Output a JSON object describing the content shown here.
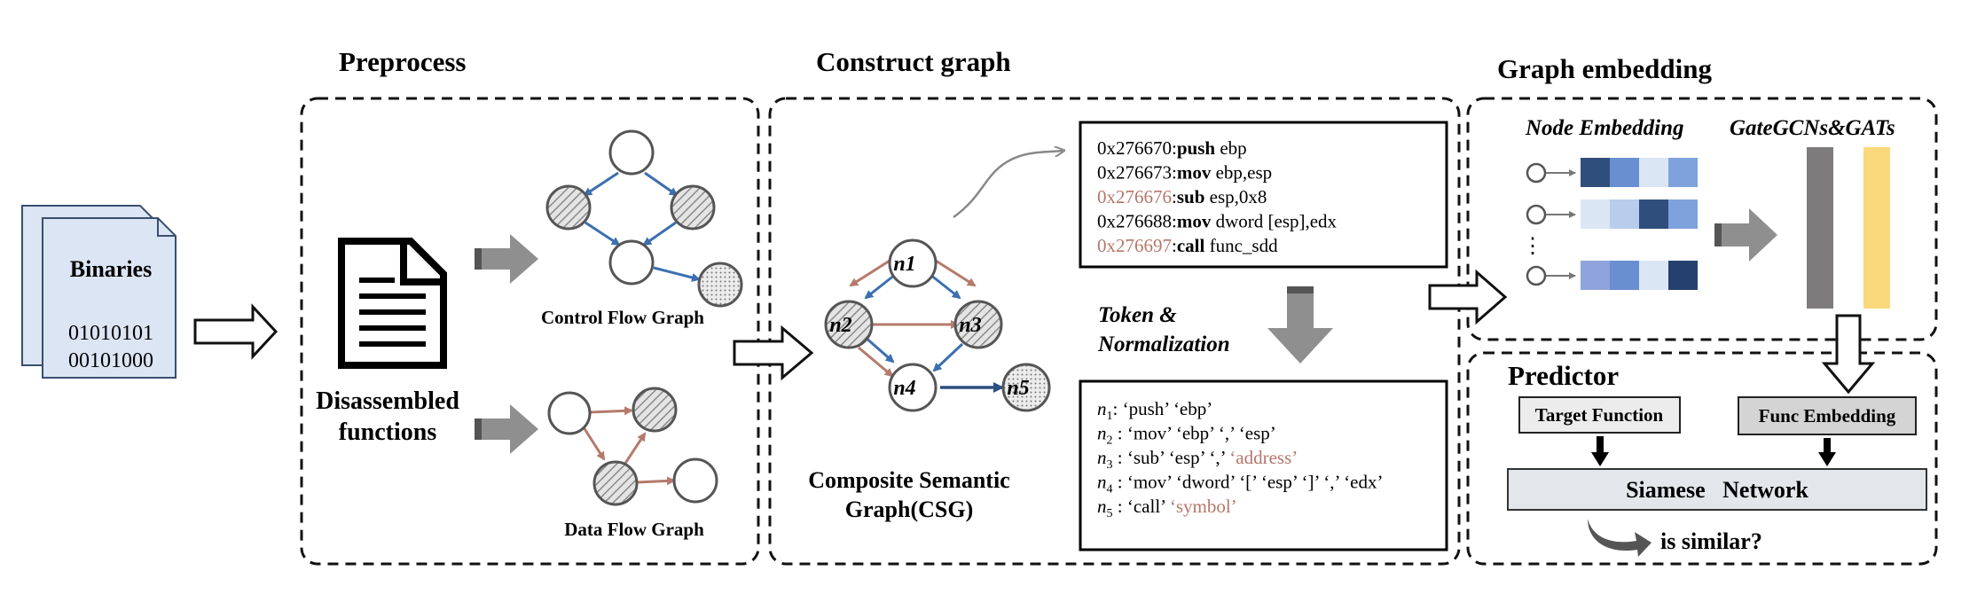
{
  "sections": {
    "preprocess": "Preprocess",
    "construct_graph": "Construct graph",
    "graph_embedding": "Graph embedding",
    "predictor": "Predictor"
  },
  "binaries": {
    "title": "Binaries",
    "line1": "01010101",
    "line2": "00101000"
  },
  "preprocess": {
    "disasm_line1": "Disassembled",
    "disasm_line2": "functions",
    "cfg_label": "Control Flow Graph",
    "dfg_label": "Data Flow Graph"
  },
  "csg": {
    "label_line1": "Composite Semantic",
    "label_line2": "Graph(CSG)",
    "nodes": [
      "n1",
      "n2",
      "n3",
      "n4",
      "n5"
    ]
  },
  "assembly": {
    "lines": [
      {
        "addr": "0x276670",
        "sep": ":",
        "op": "push",
        "args": " ebp",
        "highlight": false
      },
      {
        "addr": "0x276673",
        "sep": ":",
        "op": "mov",
        "args": " ebp,esp",
        "highlight": false
      },
      {
        "addr": "0x276676",
        "sep": ":",
        "op": "sub",
        "args": " esp,0x8",
        "highlight": true
      },
      {
        "addr": "0x276688",
        "sep": ":",
        "op": "mov",
        "args": " dword [esp],edx",
        "highlight": false
      },
      {
        "addr": "0x276697",
        "sep": ":",
        "op": "call",
        "args": " func_sdd",
        "highlight": true
      }
    ]
  },
  "token_label_line1": "Token &",
  "token_label_line2": "Normalization",
  "tokens": {
    "lines": [
      {
        "node": "n",
        "sub": "1",
        "sep": ": ",
        "text": "‘push’ ‘ebp’",
        "hl": ""
      },
      {
        "node": "n",
        "sub": "2",
        "sep": " : ",
        "text": "‘mov’ ‘ebp’ ‘,’ ‘esp’",
        "hl": ""
      },
      {
        "node": "n",
        "sub": "3",
        "sep": " : ",
        "text": "‘sub’ ‘esp’ ‘,’ ",
        "hl": "‘address’"
      },
      {
        "node": "n",
        "sub": "4",
        "sep": " : ",
        "text": "‘mov’ ‘dword’ ‘[’ ‘esp’ ‘]’ ‘,’ ‘edx’",
        "hl": ""
      },
      {
        "node": "n",
        "sub": "5",
        "sep": " : ",
        "text": "‘call’ ",
        "hl": "‘symbol’"
      }
    ]
  },
  "embedding": {
    "node_embedding": "Node Embedding",
    "gate_label": "GateGCNs&GATs",
    "ellipsis": "⋮"
  },
  "predictor_panel": {
    "target_function": "Target Function",
    "func_embedding": "Func Embedding",
    "siamese": "Siamese   Network",
    "is_similar": "is similar?"
  },
  "colors": {
    "blue_edge": "#3b6fb0",
    "red_edge": "#b57a6c",
    "highlight_text": "#b5766a",
    "doc_fill": "#dbe5f3",
    "gray_bar": "#7d7b7b",
    "yellow_bar": "#fad97a",
    "box_fill": "#e6e6e6",
    "siamese_fill": "#e3e6ea"
  }
}
